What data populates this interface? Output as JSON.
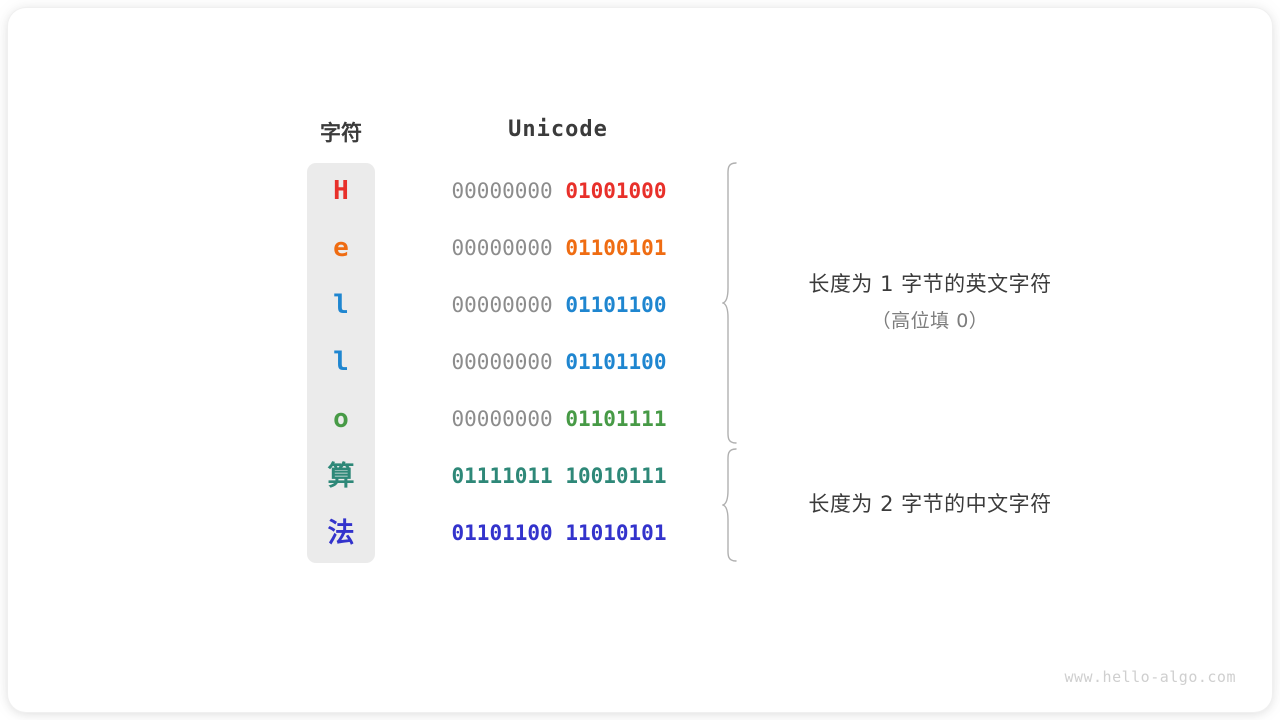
{
  "diagram": {
    "title_char_column": "字符",
    "title_unicode_column": "Unicode",
    "watermark": "www.hello-algo.com",
    "colors": {
      "char_column_bg": "#ebebeb",
      "hi_byte_gray": "#8c8c8c",
      "text_dark": "#3b3b3b",
      "annotation_sub": "#7d7d7d",
      "brace": "#b0b0b0",
      "watermark": "#cfcfcf"
    },
    "rows": [
      {
        "char": "H",
        "script": "latin",
        "color": "#e8302a",
        "high_byte": "00000000",
        "low_byte": "01001000",
        "high_byte_colored": false
      },
      {
        "char": "e",
        "script": "latin",
        "color": "#ef6c12",
        "high_byte": "00000000",
        "low_byte": "01100101",
        "high_byte_colored": false
      },
      {
        "char": "l",
        "script": "latin",
        "color": "#1f86d0",
        "high_byte": "00000000",
        "low_byte": "01101100",
        "high_byte_colored": false
      },
      {
        "char": "l",
        "script": "latin",
        "color": "#1f86d0",
        "high_byte": "00000000",
        "low_byte": "01101100",
        "high_byte_colored": false
      },
      {
        "char": "o",
        "script": "latin",
        "color": "#479a46",
        "high_byte": "00000000",
        "low_byte": "01101111",
        "high_byte_colored": false
      },
      {
        "char": "算",
        "script": "cjk",
        "color": "#2e8878",
        "high_byte": "01111011",
        "low_byte": "10010111",
        "high_byte_colored": true
      },
      {
        "char": "法",
        "script": "cjk",
        "color": "#3333cc",
        "high_byte": "01101100",
        "low_byte": "11010101",
        "high_byte_colored": true
      }
    ],
    "annotations": [
      {
        "line1": "长度为 1 字节的英文字符",
        "line2": "（高位填 0）",
        "covers_rows": [
          0,
          1,
          2,
          3,
          4
        ]
      },
      {
        "line1": "长度为 2 字节的中文字符",
        "line2": "",
        "covers_rows": [
          5,
          6
        ]
      }
    ]
  }
}
